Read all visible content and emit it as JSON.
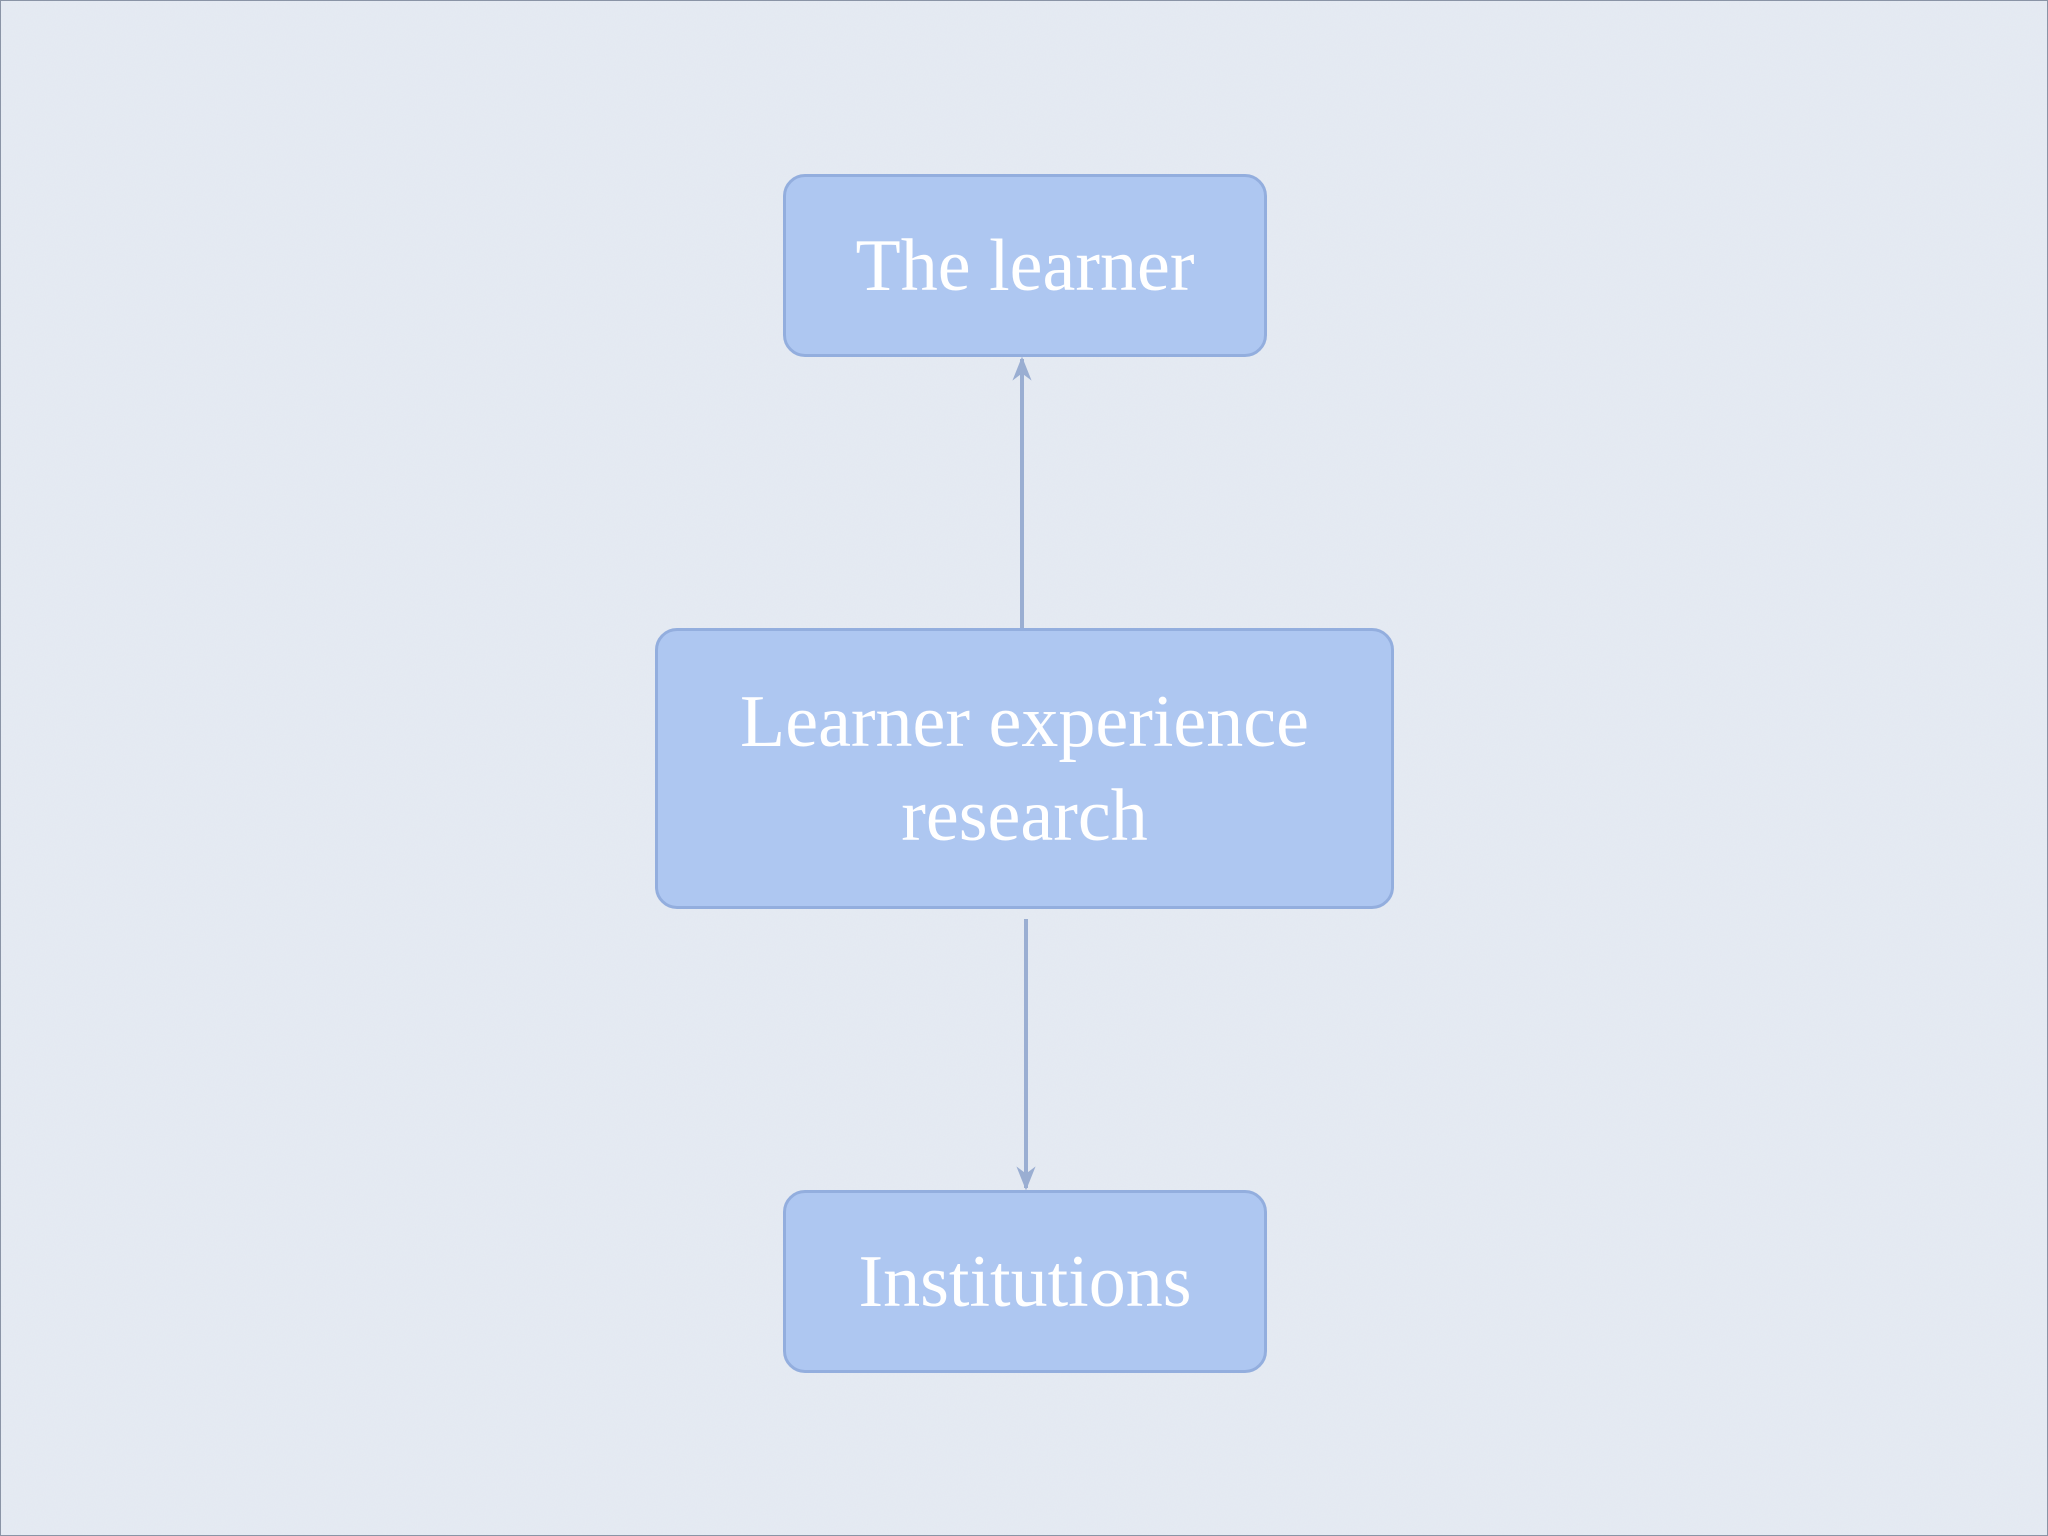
{
  "diagram": {
    "nodes": {
      "learner": {
        "label": "The learner"
      },
      "research": {
        "label": "Learner experience research"
      },
      "institutions": {
        "label": "Institutions"
      }
    },
    "edges": [
      {
        "from": "research",
        "to": "learner"
      },
      {
        "from": "research",
        "to": "institutions"
      }
    ]
  },
  "colors": {
    "background": "#e6ebf3",
    "node_fill": "#aec7f1",
    "node_border": "#93aede",
    "node_text": "#ffffff",
    "connector": "#9aaed2"
  }
}
